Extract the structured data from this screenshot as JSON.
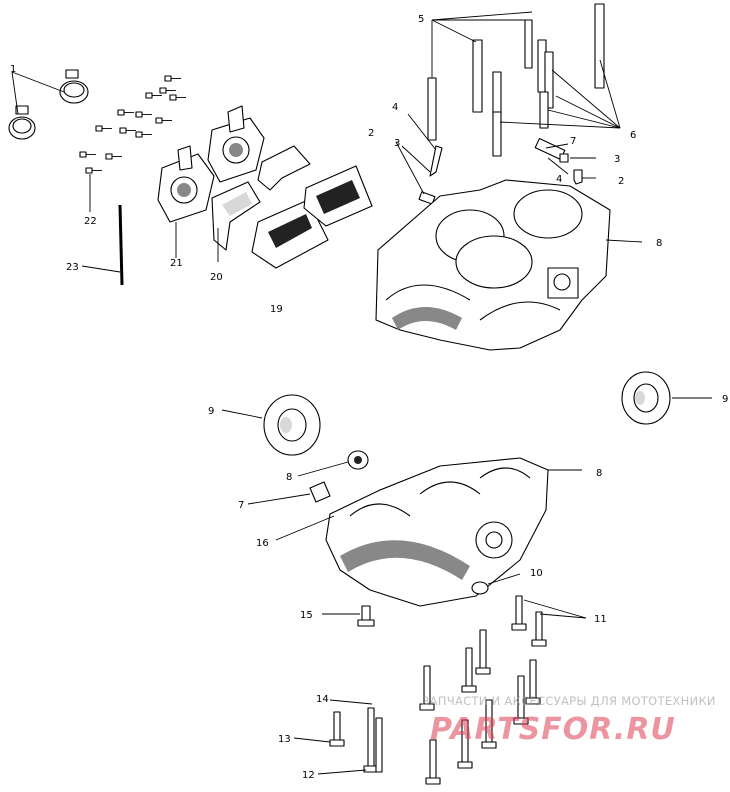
{
  "callouts": {
    "c1": "1",
    "c2a": "2",
    "c2b": "2",
    "c3a": "3",
    "c3b": "3",
    "c4a": "4",
    "c4b": "4",
    "c5": "5",
    "c6": "6",
    "c7a": "7",
    "c7b": "7",
    "c8a": "8",
    "c8b": "8",
    "c8c": "8",
    "c9a": "9",
    "c9b": "9",
    "c10": "10",
    "c11": "11",
    "c12": "12",
    "c13": "13",
    "c14": "14",
    "c15": "15",
    "c16": "16",
    "c19": "19",
    "c20": "20",
    "c21": "21",
    "c22": "22",
    "c23": "23"
  },
  "watermark": {
    "tagline": "ЗАПЧАСТИ И АКСЕССУАРЫ ДЛЯ МОТОТЕХНИКИ",
    "brand": "PARTSFOR.RU"
  }
}
